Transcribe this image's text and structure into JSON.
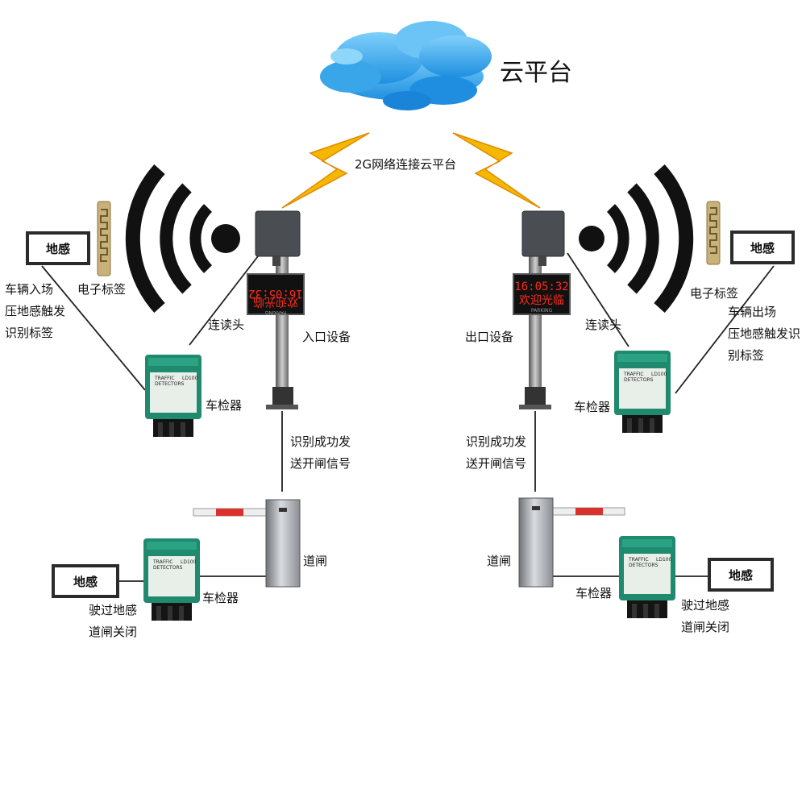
{
  "cloud_title": "云平台",
  "network_label": "2G网络连接云平台",
  "left": {
    "loop_box": "地感",
    "loop_desc": "车辆入场\n压地感触发\n识别标签",
    "tag_label": "电子标签",
    "reader_label": "连读头",
    "detector_label": "车检器",
    "equipment_label": "入口设备",
    "signal_label": "识别成功发\n送开闸信号",
    "gate_label": "道闸",
    "exit_loop_box": "地感",
    "exit_detector_label": "车检器",
    "exit_loop_desc": "驶过地感\n道闸关闭",
    "display_time": "16:05:32",
    "display_msg": "欢迎光临"
  },
  "right": {
    "loop_box": "地感",
    "loop_desc": "车辆出场\n压地感触发识\n别标签",
    "tag_label": "电子标签",
    "reader_label": "连读头",
    "detector_label": "车检器",
    "equipment_label": "出口设备",
    "signal_label": "识别成功发\n送开闸信号",
    "gate_label": "道闸",
    "exit_loop_box": "地感",
    "exit_detector_label": "车检器",
    "exit_loop_desc": "驶过地感\n道闸关闭",
    "display_time": "16:05:32",
    "display_msg": "欢迎光临"
  },
  "detector": {
    "brand_line1": "TRAFFIC",
    "brand_line2": "DETECTORS",
    "model": "LD100"
  },
  "display_footer": "PARKING",
  "colors": {
    "cloud": "#2f9fe6",
    "cloud_light": "#79c8f5",
    "lightning": "#f5b800",
    "detector_body": "#1f8a6d",
    "led_red": "#ff2a1a",
    "arc": "#111111"
  }
}
